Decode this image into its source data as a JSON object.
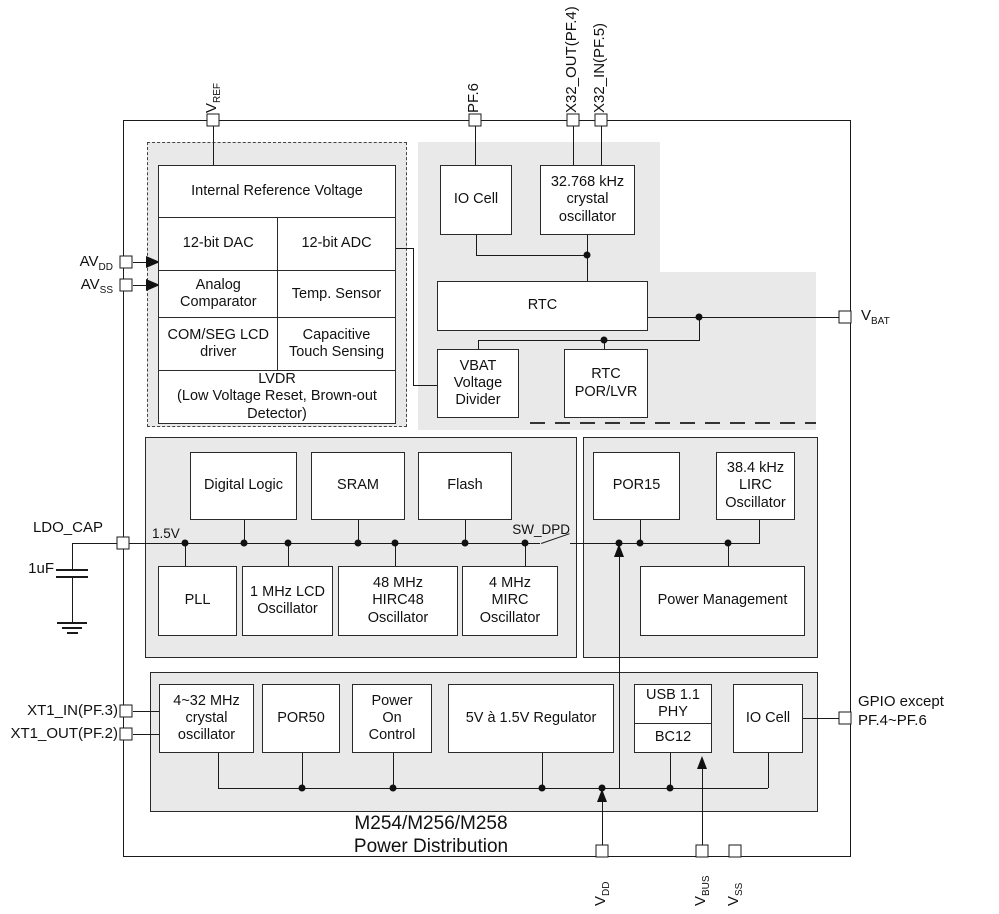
{
  "title": {
    "line1": "M254/M256/M258",
    "line2": "Power Distribution"
  },
  "pins": {
    "vref": {
      "main": "V",
      "sub": "REF"
    },
    "pf6": {
      "label": "PF.6"
    },
    "x32_out": {
      "label": "X32_OUT(PF.4)"
    },
    "x32_in": {
      "label": "X32_IN(PF.5)"
    },
    "avdd": {
      "main": "AV",
      "sub": "DD"
    },
    "avss": {
      "main": "AV",
      "sub": "SS"
    },
    "ldo_cap": {
      "label": "LDO_CAP"
    },
    "xt1_in": {
      "label": "XT1_IN(PF.3)"
    },
    "xt1_out": {
      "label": "XT1_OUT(PF.2)"
    },
    "vbat": {
      "main": "V",
      "sub": "BAT"
    },
    "gpio": {
      "label": "GPIO except\nPF.4~PF.6"
    },
    "vdd": {
      "main": "V",
      "sub": "DD"
    },
    "vbus": {
      "main": "V",
      "sub": "BUS"
    },
    "vss": {
      "main": "V",
      "sub": "SS"
    }
  },
  "blocks": {
    "irv": "Internal Reference Voltage",
    "dac": "12-bit DAC",
    "adc": "12-bit ADC",
    "comparator": "Analog\nComparator",
    "temp_sensor": "Temp. Sensor",
    "lcd_driver": "COM/SEG LCD\ndriver",
    "touch": "Capacitive\nTouch Sensing",
    "lvdr": "LVDR\n(Low Voltage Reset, Brown-out\nDetector)",
    "io_cell_top": "IO Cell",
    "xtal32": "32.768 kHz\ncrystal\noscillator",
    "rtc": "RTC",
    "vbat_divider": "VBAT\nVoltage\nDivider",
    "rtc_por_lvr": "RTC\nPOR/LVR",
    "digital_logic": "Digital Logic",
    "sram": "SRAM",
    "flash": "Flash",
    "pll": "PLL",
    "lcd_osc": "1 MHz LCD\nOscillator",
    "hirc48": "48 MHz\nHIRC48\nOscillator",
    "mirc": "4 MHz\nMIRC\nOscillator",
    "por15": "POR15",
    "lirc": "38.4 kHz\nLIRC\nOscillator",
    "power_mgmt": "Power Management",
    "xtal_4_32": "4~32 MHz\ncrystal\noscillator",
    "por50": "POR50",
    "power_on_ctrl": "Power\nOn\nControl",
    "regulator": "5V à 1.5V Regulator",
    "usb_phy": "USB 1.1\nPHY",
    "bc12": "BC12",
    "io_cell_bottom": "IO Cell"
  },
  "annotations": {
    "rail_voltage": "1.5V",
    "switch_name": "SW_DPD",
    "capacitor_value": "1uF"
  },
  "colors": {
    "region_fill": "#e9e9e9",
    "line": "#1a1a1a",
    "block_border": "#2a2a2a",
    "background": "#ffffff"
  }
}
